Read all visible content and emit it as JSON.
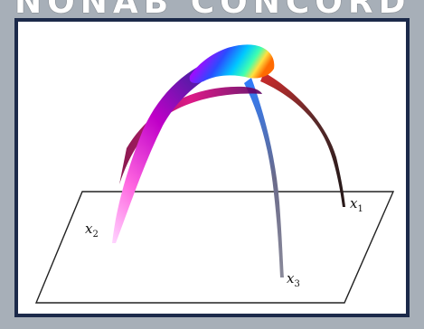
{
  "header": {
    "title": "NONAB CONCORD"
  },
  "diagram": {
    "labels": [
      {
        "id": "x1",
        "base": "x",
        "sub": "1"
      },
      {
        "id": "x2",
        "base": "x",
        "sub": "2"
      },
      {
        "id": "x3",
        "base": "x",
        "sub": "3"
      }
    ]
  },
  "colors": {
    "background": "#a7afb8",
    "panel_border": "#1c2a4a",
    "plane_stroke": "#222222"
  }
}
